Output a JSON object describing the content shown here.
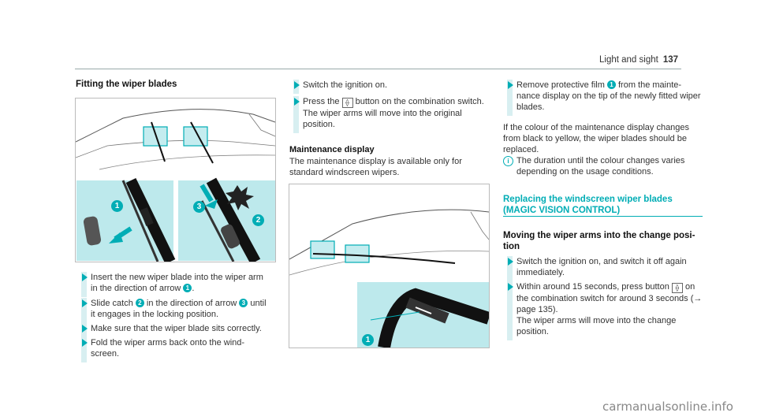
{
  "header": {
    "section": "Light and sight",
    "page": "137"
  },
  "col1": {
    "title": "Fitting the wiper blades",
    "steps": [
      {
        "pre": "Insert the new wiper blade into the wiper arm in the direction of arrow ",
        "n1": "1",
        "post": "."
      },
      {
        "pre": "Slide catch ",
        "n1": "2",
        "mid": " in the direction of arrow ",
        "n2": "3",
        "post": " until it engages in the locking position."
      },
      {
        "text": "Make sure that the wiper blade sits correctly."
      },
      {
        "text": "Fold the wiper arms back onto the wind-screen."
      }
    ],
    "fig": {
      "callouts": [
        "1",
        "3",
        "2"
      ]
    }
  },
  "col2": {
    "steps": [
      {
        "text": "Switch the ignition on."
      },
      {
        "pre": "Press the ",
        "post": " button on the combination switch.",
        "extra": "The wiper arms will move into the original position."
      }
    ],
    "maint_title": "Maintenance display",
    "maint_text": "The maintenance display is available only for standard windscreen wipers.",
    "fig": {
      "callouts": [
        "1"
      ]
    }
  },
  "col3": {
    "steps": [
      {
        "pre": "Remove protective film ",
        "n1": "1",
        "post": " from the mainte-nance display on the tip of the newly fitted wiper blades."
      }
    ],
    "para": "If the colour of the maintenance display changes from black to yellow, the wiper blades should be replaced.",
    "info": "The duration until the colour changes varies depending on the usage conditions.",
    "sub_title": "Replacing the windscreen wiper blades (MAGIC VISION CONTROL)",
    "move_title": "Moving the wiper arms into the change posi-tion",
    "steps2": [
      {
        "text": "Switch the ignition on, and switch it off again immediately."
      },
      {
        "pre": "Within around 15 seconds, press button ",
        "post": " on the combination switch for around 3 seconds (→ page 135).",
        "extra": "The wiper arms will move into the change position."
      }
    ]
  },
  "icons": {
    "wiper_button": "wiper-button-icon",
    "arrow": "step-arrow-icon",
    "info": "info-icon"
  },
  "colors": {
    "accent": "#00adb5",
    "panel": "#bde9ec"
  },
  "footer": "carmanualsonline.info"
}
